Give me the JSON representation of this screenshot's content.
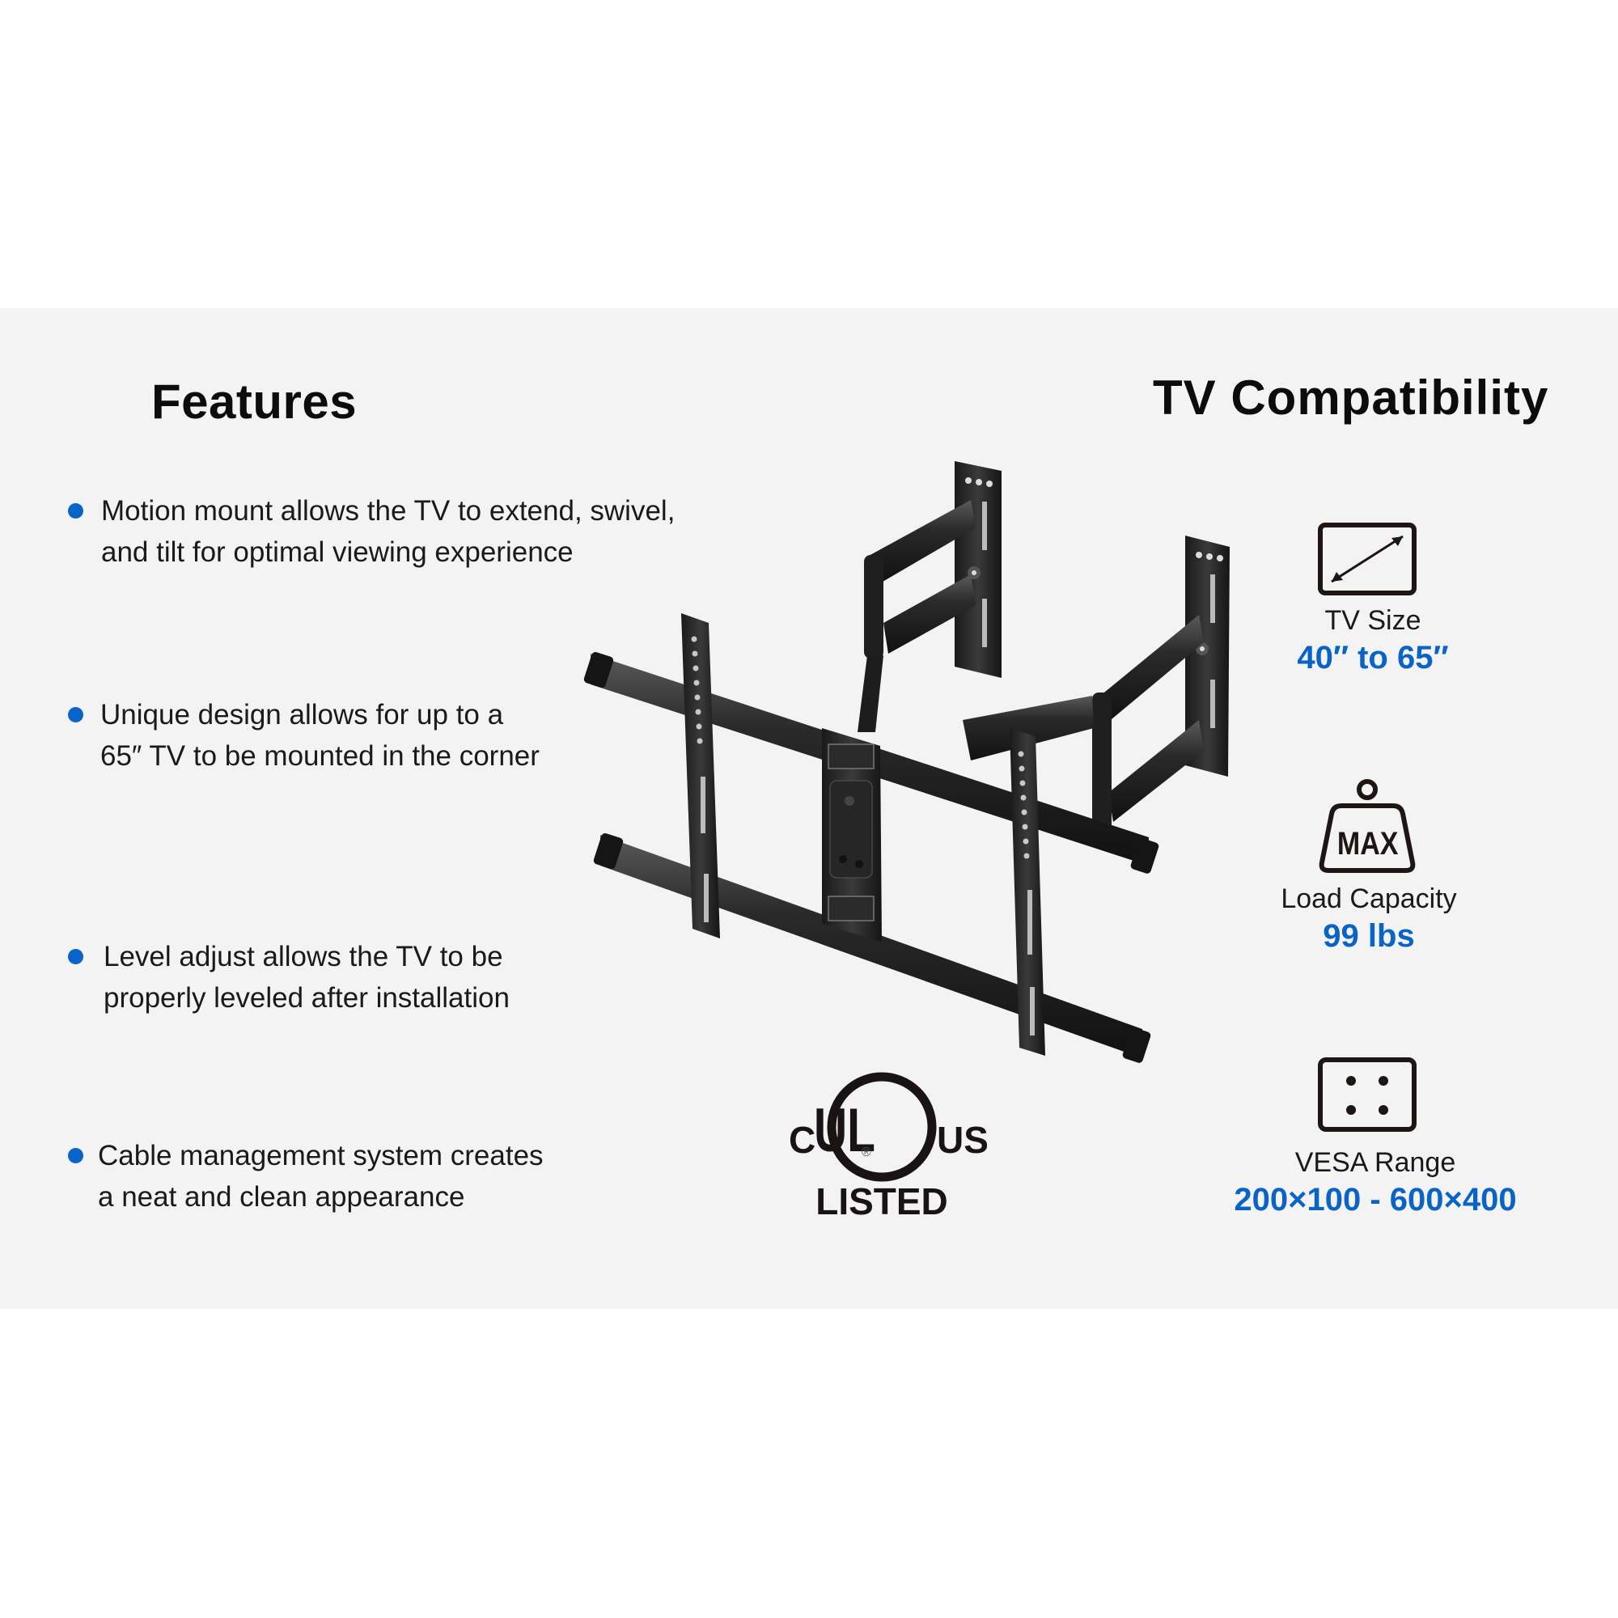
{
  "features": {
    "title": "Features",
    "items": [
      {
        "text": "Motion mount allows the TV to extend, swivel,\nand tilt for optimal viewing experience"
      },
      {
        "text": "Unique design allows for up to a\n65″ TV to be mounted in the corner"
      },
      {
        "text": "Level adjust allows the TV to be\nproperly leveled after installation"
      },
      {
        "text": "Cable management system creates\na neat and clean appearance"
      }
    ],
    "bullet_color": "#0a64c8"
  },
  "compatibility": {
    "title": "TV Compatibility",
    "specs": [
      {
        "icon": "tv-size-diagonal-icon",
        "label": "TV Size",
        "value": "40″ to 65″"
      },
      {
        "icon": "max-weight-icon",
        "label": "Load Capacity",
        "value": "99 lbs",
        "icon_text": "MAX"
      },
      {
        "icon": "vesa-pattern-icon",
        "label": "VESA Range",
        "value": "200×100 - 600×400"
      }
    ],
    "accent_color": "#0a64c8"
  },
  "certification": {
    "left": "C",
    "mark": "UL",
    "right": "US",
    "registered": "®",
    "status": "LISTED"
  },
  "product_image": {
    "alt": "Full motion corner TV wall mount with dual articulating arms"
  }
}
